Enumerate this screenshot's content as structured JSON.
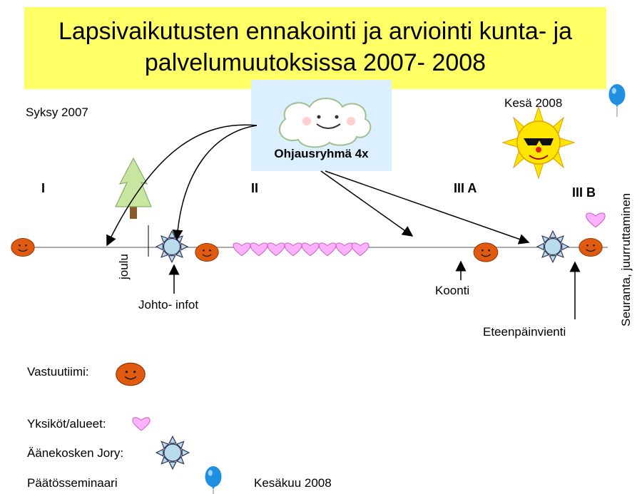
{
  "title": "Lapsivaikutusten ennakointi ja arviointi kunta- ja palvelumuutoksissa 2007- 2008",
  "season_start": "Syksy 2007",
  "season_end": "Kesä 2008",
  "steering_group": "Ohjausryhmä 4x",
  "phases": [
    "I",
    "II",
    "III A",
    "III B"
  ],
  "timeline_labels": {
    "joulu": "joulu",
    "johto_infot": "Johto- infot",
    "koonti": "Koonti",
    "eteenpainvienti": "Eteenpäinvienti",
    "seuranta": "Seuranta,  juurruttaminen"
  },
  "legend": {
    "vastuutiimi": "Vastuutiimi:",
    "yksikot": "Yksiköt/alueet:",
    "jory": "Äänekosken Jory:",
    "paatosseminaari": "Päätösseminaari",
    "kesakuu": "Kesäkuu 2008"
  },
  "colors": {
    "title_bg": "#ffff66",
    "cloud_bg": "#dcefff",
    "smiley": "#e05a10",
    "heart": "#ffb3ff",
    "sun_gear": "#b9dcec",
    "sun_yellow": "#ffe600",
    "balloon": "#1f8fe0",
    "tree": "#c8e6a0"
  }
}
